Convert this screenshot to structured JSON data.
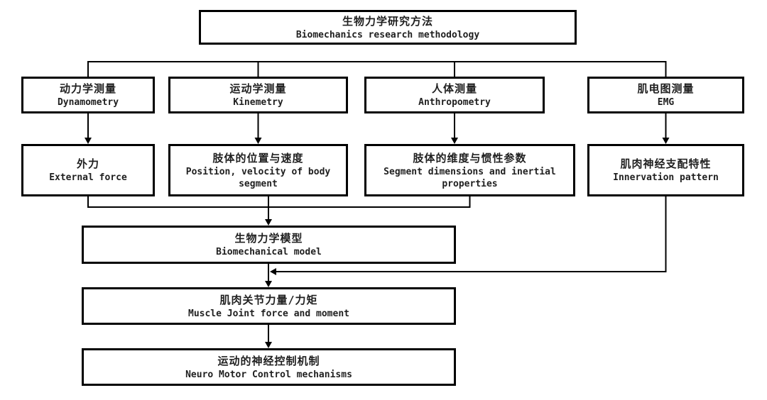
{
  "diagram": {
    "type": "flowchart",
    "background": "#ffffff",
    "line_color": "#000000",
    "text_color": "#1f1f1f"
  },
  "nodes": {
    "root": {
      "cn": "生物力学研究方法",
      "en": "Biomechanics research methodology"
    },
    "dynamometry": {
      "cn": "动力学测量",
      "en": "Dynamometry"
    },
    "kinemetry": {
      "cn": "运动学测量",
      "en": "Kinemetry"
    },
    "anthropometry": {
      "cn": "人体测量",
      "en": "Anthropometry"
    },
    "emg": {
      "cn": "肌电图测量",
      "en": "EMG"
    },
    "external_force": {
      "cn": "外力",
      "en": "External force"
    },
    "position_velocity": {
      "cn": "肢体的位置与速度",
      "en": "Position, velocity of body segment"
    },
    "segment_dimensions": {
      "cn": "肢体的维度与惯性参数",
      "en": "Segment dimensions and inertial properties"
    },
    "innervation": {
      "cn": "肌肉神经支配特性",
      "en": "Innervation pattern"
    },
    "biomechanical_model": {
      "cn": "生物力学模型",
      "en": "Biomechanical model"
    },
    "muscle_joint": {
      "cn": "肌肉关节力量/力矩",
      "en": "Muscle Joint force and moment"
    },
    "neuro_motor": {
      "cn": "运动的神经控制机制",
      "en": "Neuro Motor Control mechanisms"
    }
  },
  "edges": [
    {
      "from": "root",
      "to": "dynamometry",
      "arrow": false
    },
    {
      "from": "root",
      "to": "kinemetry",
      "arrow": false
    },
    {
      "from": "root",
      "to": "anthropometry",
      "arrow": false
    },
    {
      "from": "root",
      "to": "emg",
      "arrow": false
    },
    {
      "from": "dynamometry",
      "to": "external_force",
      "arrow": true
    },
    {
      "from": "kinemetry",
      "to": "position_velocity",
      "arrow": true
    },
    {
      "from": "anthropometry",
      "to": "segment_dimensions",
      "arrow": true
    },
    {
      "from": "emg",
      "to": "innervation",
      "arrow": true
    },
    {
      "from": "external_force",
      "to": "biomechanical_model",
      "arrow": true,
      "via": "merge-line"
    },
    {
      "from": "position_velocity",
      "to": "biomechanical_model",
      "arrow": true
    },
    {
      "from": "segment_dimensions",
      "to": "biomechanical_model",
      "arrow": true,
      "via": "merge-line"
    },
    {
      "from": "innervation",
      "to": "muscle_joint",
      "arrow": true,
      "via": "bypass-line"
    },
    {
      "from": "biomechanical_model",
      "to": "muscle_joint",
      "arrow": true
    },
    {
      "from": "muscle_joint",
      "to": "neuro_motor",
      "arrow": true
    }
  ]
}
